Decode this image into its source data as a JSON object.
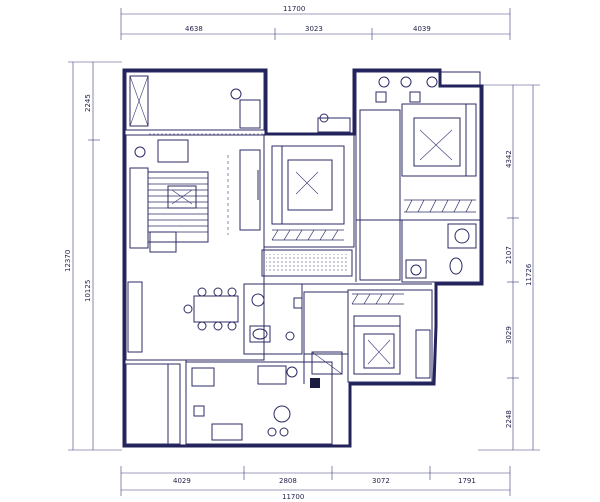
{
  "dimensions": {
    "top_total": "11700",
    "top_segments": [
      "4638",
      "3023",
      "4039"
    ],
    "bottom_segments": [
      "4029",
      "2808",
      "3072",
      "1791"
    ],
    "bottom_total": "11700",
    "left_total": "12370",
    "left_segments": [
      "2245",
      "10125"
    ],
    "right_total": "11726",
    "right_segments": [
      "4342",
      "2107",
      "3029",
      "2248"
    ]
  },
  "colors": {
    "line": "#2b2b66",
    "accent": "#4a3a8a",
    "hatch": "#3a3a7a"
  }
}
